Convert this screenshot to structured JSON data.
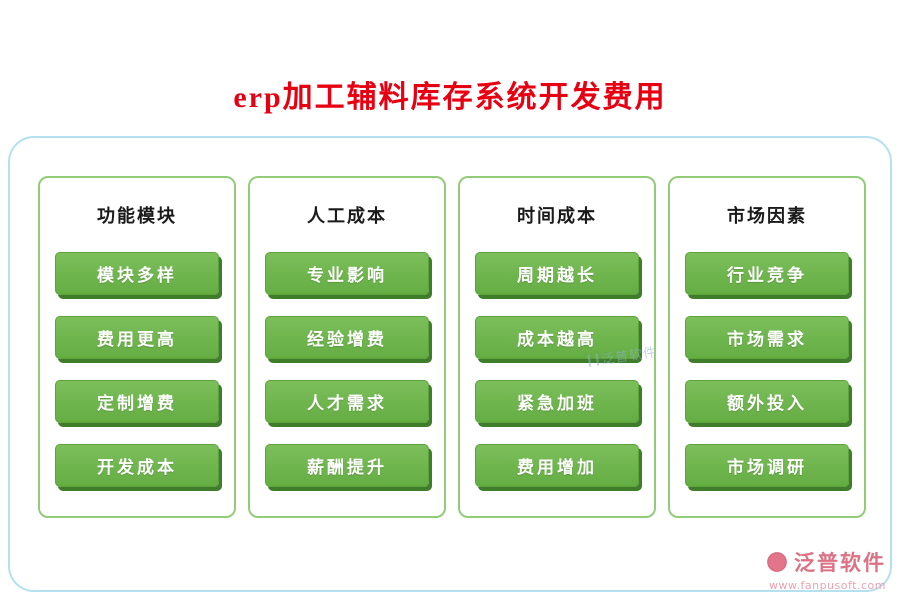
{
  "page": {
    "title": "erp加工辅料库存系统开发费用"
  },
  "columns": [
    {
      "header": "功能模块",
      "items": [
        "模块多样",
        "费用更高",
        "定制增费",
        "开发成本"
      ]
    },
    {
      "header": "人工成本",
      "items": [
        "专业影响",
        "经验增费",
        "人才需求",
        "薪酬提升"
      ]
    },
    {
      "header": "时间成本",
      "items": [
        "周期越长",
        "成本越高",
        "紧急加班",
        "费用增加"
      ]
    },
    {
      "header": "市场因素",
      "items": [
        "行业竞争",
        "市场需求",
        "额外投入",
        "市场调研"
      ]
    }
  ],
  "watermark": {
    "text": "泛普软件"
  },
  "footer": {
    "brand": "泛普软件",
    "url": "www.fanpusoft.com"
  },
  "colors": {
    "title_red": "#e60012",
    "outer_border_blue": "#b5e0ef",
    "column_border_green": "#93cc79",
    "button_green": "#6ab04c",
    "button_shadow_green": "#3f7d2a",
    "brand_pink": "#db7385"
  }
}
